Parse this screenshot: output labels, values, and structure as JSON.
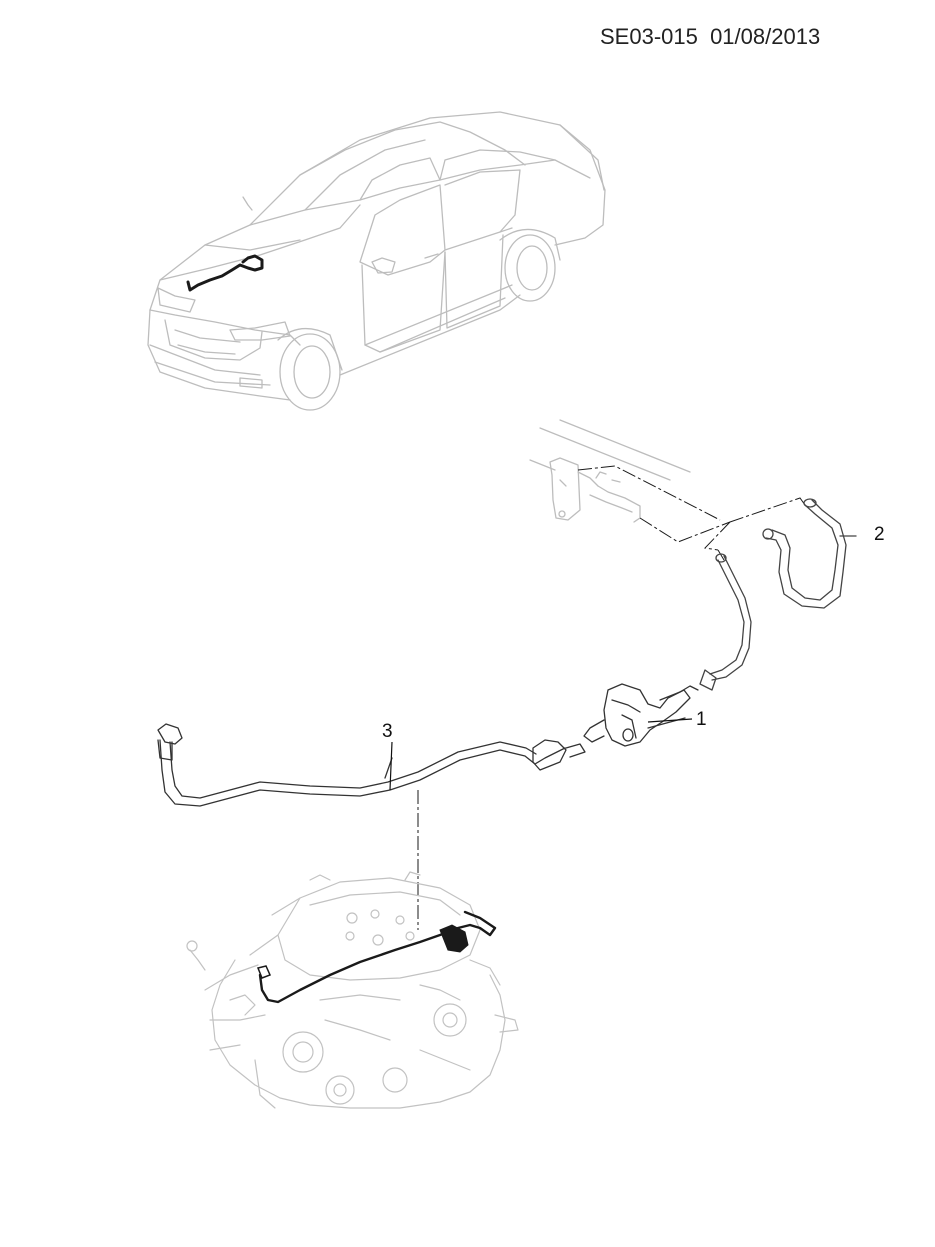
{
  "header": {
    "document_code": "SE03-015  01/08/2013"
  },
  "callouts": [
    {
      "label": "1"
    },
    {
      "label": "2"
    },
    {
      "label": "3"
    }
  ],
  "colors": {
    "line_light": "#bdbdbd",
    "line_dark": "#1a1a1a"
  }
}
